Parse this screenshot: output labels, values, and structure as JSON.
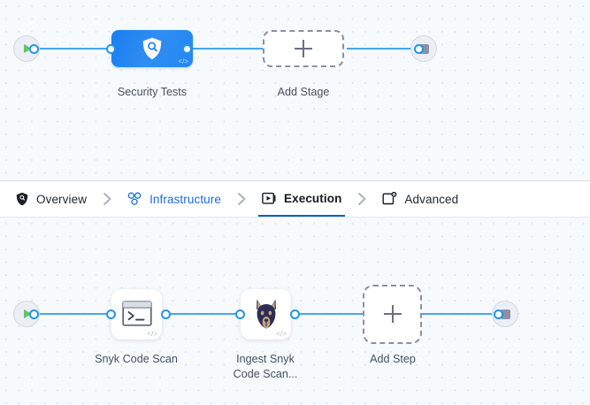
{
  "canvas_top": {
    "start_node": {
      "name": "pipeline-start",
      "icon": "play-icon"
    },
    "end_node": {
      "name": "pipeline-end",
      "icon": "stop-icon"
    },
    "nodes": [
      {
        "id": "security-tests",
        "label": "Security Tests",
        "icon": "shield-search-icon",
        "type": "stage",
        "badge": "</>"
      },
      {
        "id": "add-stage",
        "label": "Add Stage",
        "icon": "plus-icon",
        "type": "add"
      }
    ]
  },
  "tabs": {
    "items": [
      {
        "id": "overview",
        "label": "Overview",
        "icon": "shield-icon",
        "active": false
      },
      {
        "id": "infrastructure",
        "label": "Infrastructure",
        "icon": "infrastructure-nodes-icon",
        "active": false
      },
      {
        "id": "execution",
        "label": "Execution",
        "icon": "execution-play-box-icon",
        "active": true
      },
      {
        "id": "advanced",
        "label": "Advanced",
        "icon": "advanced-gear-box-icon",
        "active": false
      }
    ],
    "separator": "›"
  },
  "canvas_bottom": {
    "start_node": {
      "name": "execution-start",
      "icon": "play-icon"
    },
    "end_node": {
      "name": "execution-end",
      "icon": "stop-icon"
    },
    "nodes": [
      {
        "id": "snyk-code-scan",
        "label": "Snyk Code Scan",
        "icon": "terminal-icon",
        "type": "step",
        "badge": "</>"
      },
      {
        "id": "ingest-snyk-code-scan",
        "label": "Ingest Snyk\nCode Scan...",
        "icon": "snyk-dog-icon",
        "type": "step",
        "badge": "</>"
      },
      {
        "id": "add-step",
        "label": "Add Step",
        "icon": "plus-icon",
        "type": "add"
      }
    ]
  },
  "colors": {
    "canvas_background": "#f6fafd",
    "connector": "#45a5ef",
    "port_ring": "#2196e8",
    "stage_node": "#2487ef",
    "active_tab_underline": "#0b5cc4",
    "infrastructure_link": "#1b6ee0",
    "play_green": "#62c46a",
    "stop_gray": "#8d90a3",
    "dashed_border": "#8a8fa6"
  }
}
